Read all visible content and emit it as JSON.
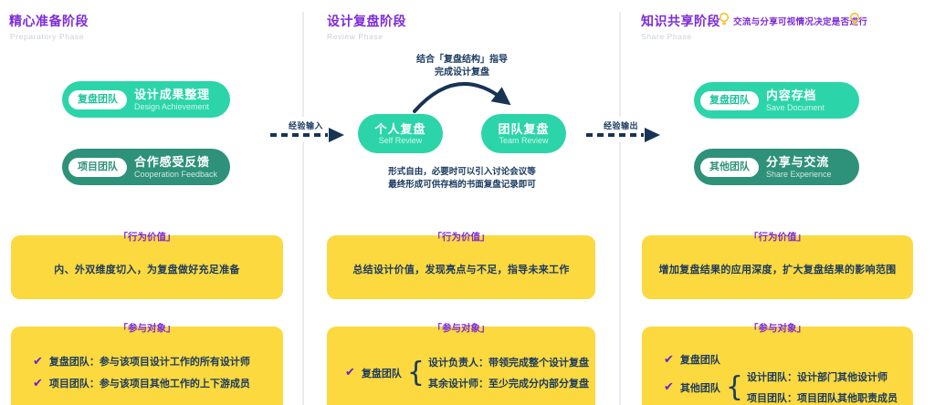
{
  "colors": {
    "purple": "#7E2BD9",
    "teal_light": "#2BD5A9",
    "teal_dark": "#2E9179",
    "yellow": "#FBD93F",
    "navy": "#1C3B61",
    "check_purple": "#6620D9",
    "bulb_yellow": "#F2C83F"
  },
  "icons": {
    "check": "✔"
  },
  "arrows": {
    "input_label": "经验输入",
    "output_label": "经验输出"
  },
  "phase1": {
    "title": "精心准备阶段",
    "subtitle": "Preparatory Phase",
    "pill1": {
      "tag": "复盘团队",
      "title": "设计成果整理",
      "subtitle": "Design Achievement"
    },
    "pill2": {
      "tag": "项目团队",
      "title": "合作感受反馈",
      "subtitle": "Cooperation Feedback"
    },
    "value_box": {
      "header": "「行为价值」",
      "text": "内、外双维度切入，为复盘做好充足准备"
    },
    "participants_box": {
      "header": "「参与对象」",
      "item1": "复盘团队：参与该项目设计工作的所有设计师",
      "item2": "项目团队：参与该项目其他工作的上下游成员"
    }
  },
  "phase2": {
    "title": "设计复盘阶段",
    "subtitle": "Review Phase",
    "arc_note1": "结合「复盘结构」指导",
    "arc_note2": "完成设计复盘",
    "node1": {
      "title": "个人复盘",
      "subtitle": "Self Review"
    },
    "node2": {
      "title": "团队复盘",
      "subtitle": "Team Review"
    },
    "footnote1": "形式自由，必要时可以引入讨论会议等",
    "footnote2": "最终形成可供存档的书面复盘记录即可",
    "value_box": {
      "header": "「行为价值」",
      "text": "总结设计价值，发现亮点与不足，指导未来工作"
    },
    "participants_box": {
      "header": "「参与对象」",
      "item1": {
        "label": "复盘团队",
        "line1": "设计负责人：带领完成整个设计复盘",
        "line2": "其余设计师：至少完成分内部分复盘"
      }
    }
  },
  "phase3": {
    "title": "知识共享阶段",
    "note": "交流与分享可视情况决定是否进行",
    "subtitle": "Share Phase",
    "pill1": {
      "tag": "复盘团队",
      "title": "内容存档",
      "subtitle": "Save Document"
    },
    "pill2": {
      "tag": "其他团队",
      "title": "分享与交流",
      "subtitle": "Share Experience"
    },
    "value_box": {
      "header": "「行为价值」",
      "text": "增加复盘结果的应用深度，扩大复盘结果的影响范围"
    },
    "participants_box": {
      "header": "「参与对象」",
      "item1": {
        "label": "复盘团队"
      },
      "item2": {
        "label": "其他团队",
        "line1": "设计团队：设计部门其他设计师",
        "line2": "项目团队：项目团队其他职责成员"
      }
    }
  }
}
